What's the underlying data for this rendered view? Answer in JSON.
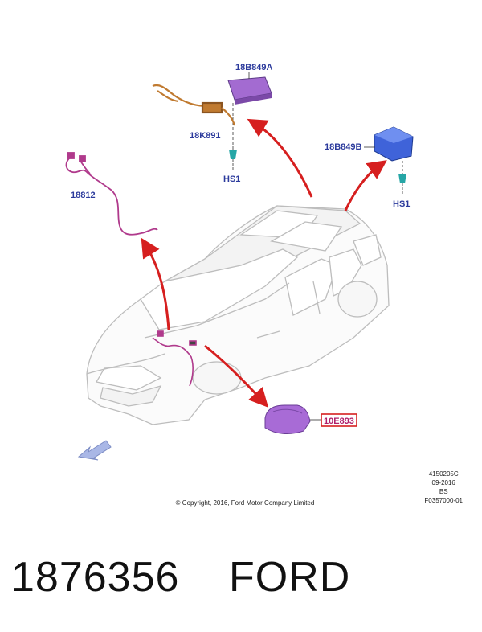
{
  "labels": {
    "antenna_module_a": "18B849A",
    "antenna_module_b": "18B849B",
    "wiring_harness": "18K891",
    "cable_18812": "18812",
    "screw_hs1_left": "HS1",
    "screw_hs1_right": "HS1",
    "highlighted_part": "10E893"
  },
  "meta": {
    "copyright": "© Copyright, 2016, Ford Motor Company Limited",
    "ref_code": "4150205C",
    "ref_date": "09-2016",
    "ref_market": "BS",
    "ref_figure": "F0357000-01"
  },
  "footer": {
    "part_number": "1876356",
    "brand": "FORD"
  },
  "colors": {
    "label_text": "#2b3a9c",
    "highlight_box": "#d62020",
    "highlight_text": "#b0206a",
    "arrow": "#d61f1f",
    "module_a": "#a36bd1",
    "module_b": "#3f63d9",
    "harness": "#c07a30",
    "cable": "#b03a8c",
    "part_10e893": "#a86bd6",
    "car_outline": "#bbbbbb"
  },
  "icons": {
    "direction_arrow": "front-direction-arrow-icon"
  }
}
